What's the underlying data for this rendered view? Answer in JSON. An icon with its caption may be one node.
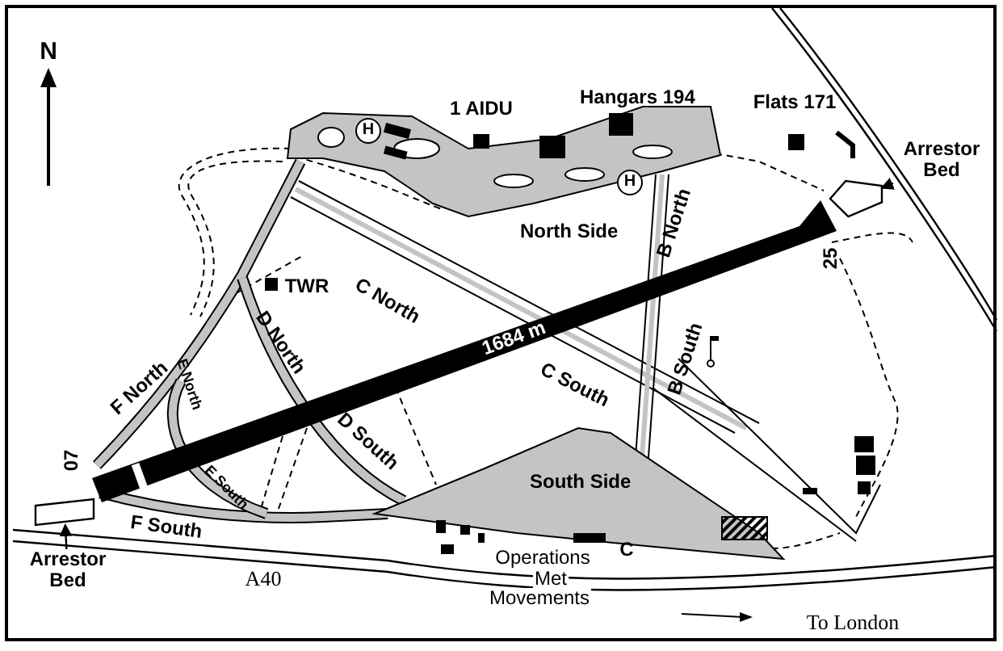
{
  "diagram": {
    "nodes": [
      {
        "text": [
          "Arrestor Bed"
        ]
      },
      {
        "text": [],
        "shape": "box"
      },
      {
        "text": [
          "Arrestor Bed"
        ]
      },
      {
        "text": [],
        "shape": "box"
      }
    ],
    "edges": [
      {
        "from": 0,
        "to": 1,
        "arrow": "to"
      },
      {
        "from": 2,
        "to": 3,
        "arrow": "to"
      }
    ],
    "labels": [
      "N",
      "1 AIDU",
      "Hangars 194",
      "Flats 171",
      "H",
      "H",
      "North Side",
      "TWR",
      "C North",
      "B North",
      "25",
      "1684 m",
      "C South",
      "B South",
      "F North",
      "E North",
      "D North",
      "D South",
      "07",
      "E South",
      "South Side",
      "F South",
      "A40",
      "Operations",
      "C",
      "Met",
      "Movements",
      "To London"
    ]
  }
}
